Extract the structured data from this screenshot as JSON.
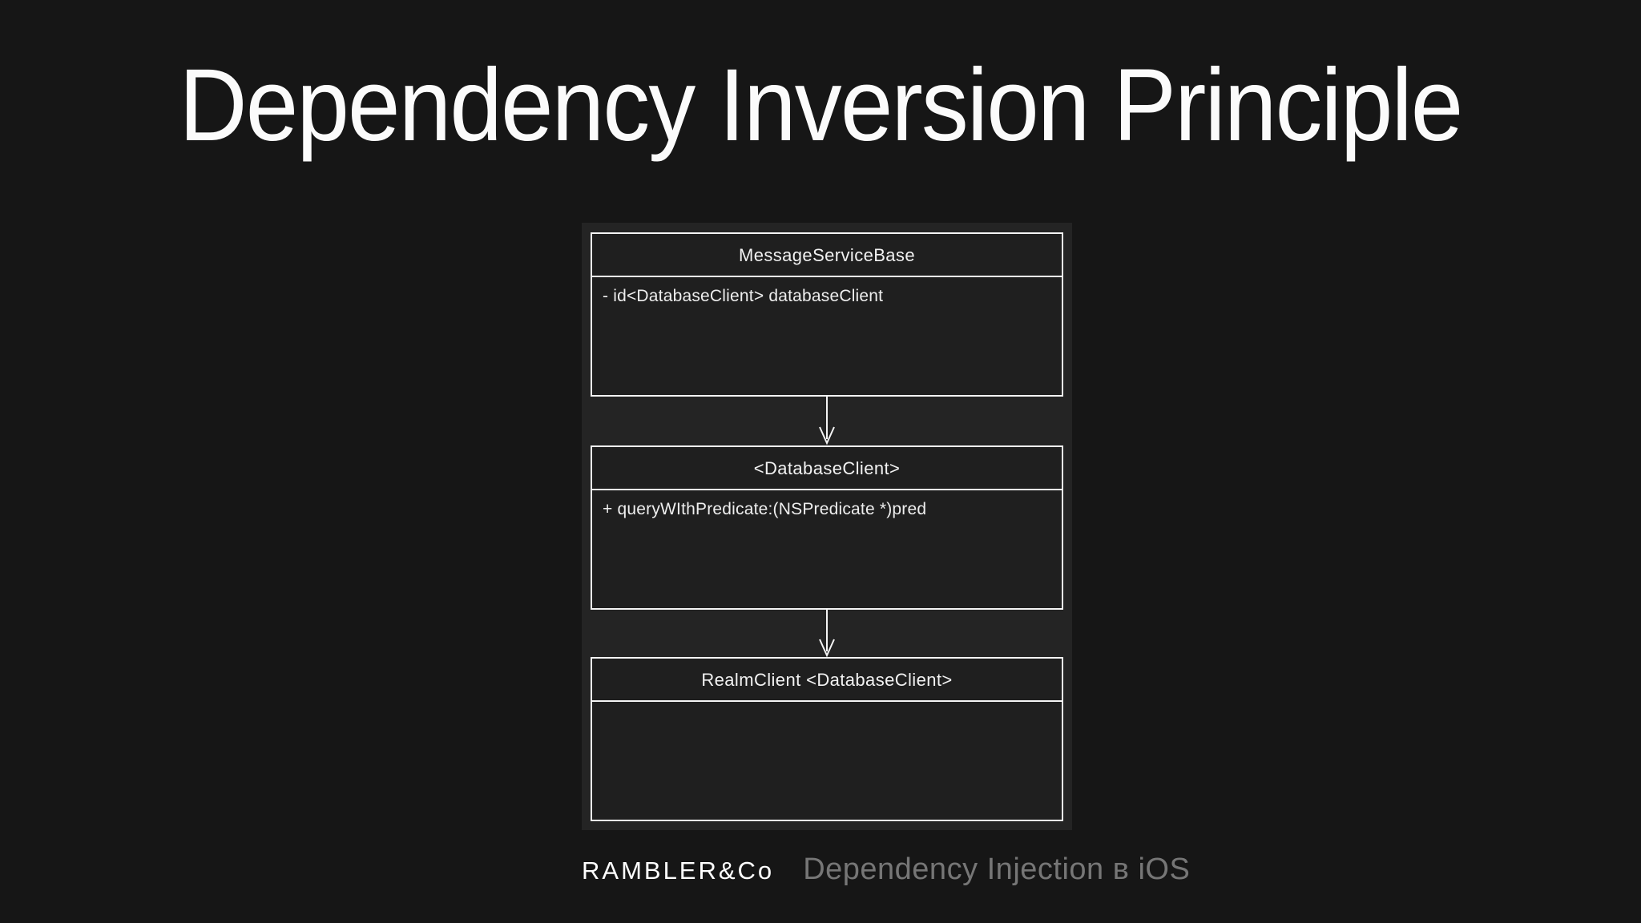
{
  "slide": {
    "title": "Dependency Inversion Principle",
    "background_color": "#161616",
    "stage_color": "#242424",
    "box_border_color": "#f4f4f4",
    "box_fill_color": "#1f1f1f",
    "text_color": "#f2f2f2",
    "subtitle_color": "#767676"
  },
  "diagram": {
    "type": "uml-class-diagram",
    "classes": [
      {
        "name": "MessageServiceBase",
        "members": [
          "- id<DatabaseClient> databaseClient"
        ]
      },
      {
        "name": "<DatabaseClient>",
        "members": [
          "+ queryWIthPredicate:(NSPredicate *)pred"
        ]
      },
      {
        "name": "RealmClient <DatabaseClient>",
        "members": []
      }
    ],
    "connections": [
      {
        "from": "MessageServiceBase",
        "to": "<DatabaseClient>",
        "style": "arrow-down"
      },
      {
        "from": "<DatabaseClient>",
        "to": "RealmClient <DatabaseClient>",
        "style": "arrow-down"
      }
    ]
  },
  "footer": {
    "logo": "RAMBLER&Co",
    "subtitle": "Dependency Injection в iOS"
  }
}
